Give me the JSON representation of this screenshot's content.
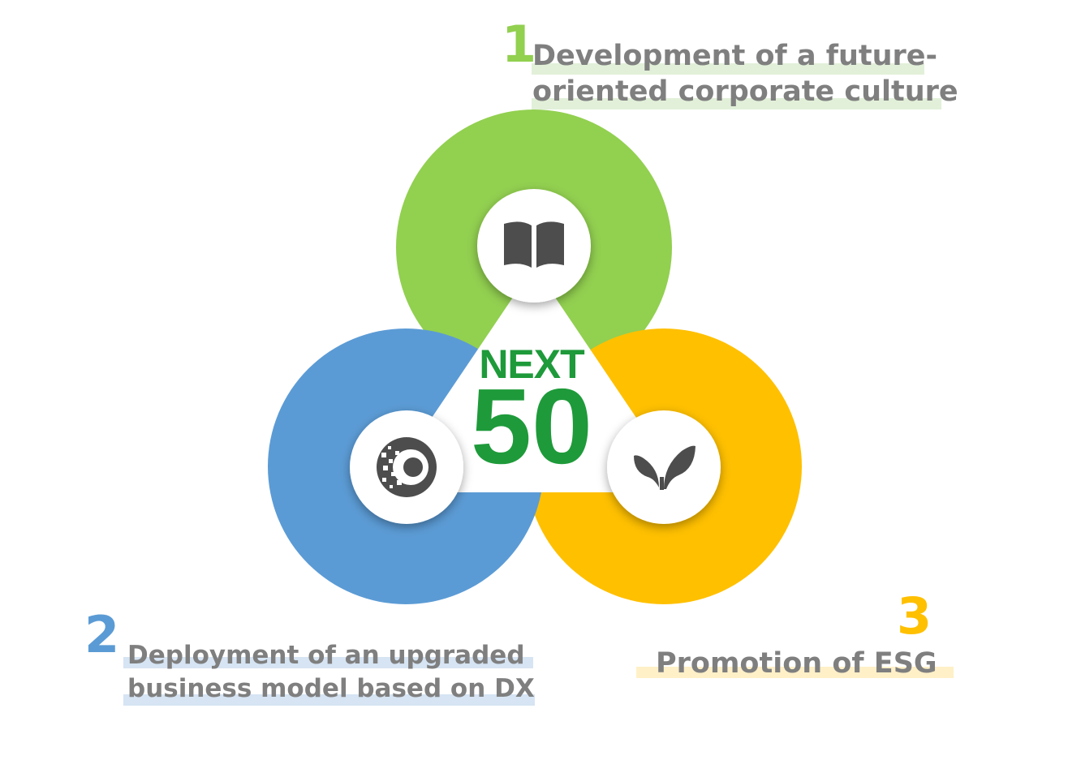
{
  "colors": {
    "green": "#92d050",
    "blue": "#5b9bd5",
    "yellow": "#ffc000",
    "dark_green": "#1e9a3a",
    "label_gray": "#7f7f7f",
    "icon_gray": "#4d4d4d",
    "green_highlight": "#e2f0d9",
    "blue_highlight": "#d6e4f3",
    "yellow_highlight": "#fff0c8"
  },
  "center": {
    "line1": "NEXT",
    "line2": "50"
  },
  "pillars": [
    {
      "number": "1",
      "label_lines": [
        "Development of a future-",
        "oriented corporate culture"
      ],
      "icon": "book-icon",
      "color": "green"
    },
    {
      "number": "2",
      "label_lines": [
        "Deployment of an upgraded",
        "business model based on DX"
      ],
      "icon": "digital-gear-icon",
      "color": "blue"
    },
    {
      "number": "3",
      "label_lines": [
        "Promotion of ESG"
      ],
      "icon": "sprout-icon",
      "color": "yellow"
    }
  ]
}
